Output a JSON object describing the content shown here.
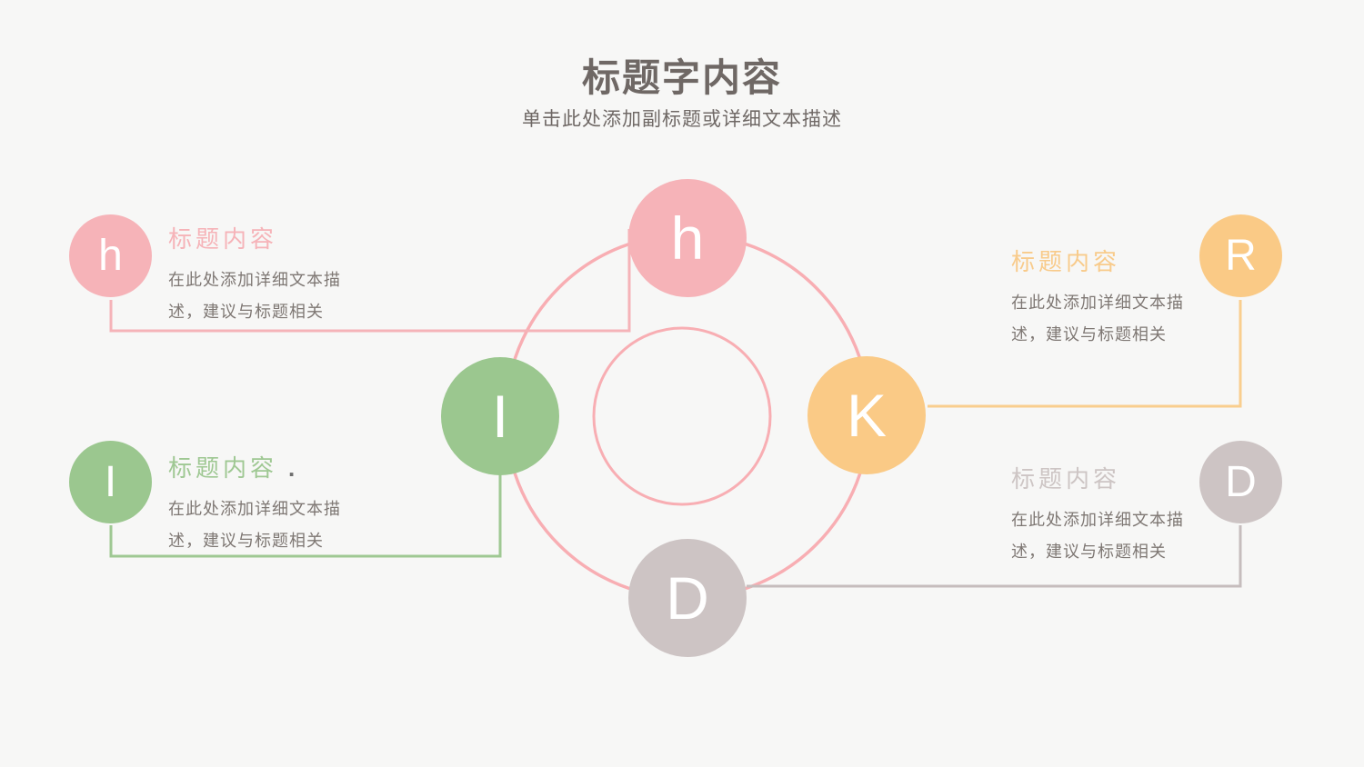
{
  "slide": {
    "title": "标题字内容",
    "subtitle": "单击此处添加副标题或详细文本描述"
  },
  "diagram": {
    "ring_color": "#F8AEB3",
    "nodes": {
      "top": {
        "letter": "h",
        "color": "#F6B3B8"
      },
      "left": {
        "letter": "I",
        "color": "#9BC78F"
      },
      "right": {
        "letter": "K",
        "color": "#FACA86"
      },
      "bottom": {
        "letter": "D",
        "color": "#CDC4C4"
      }
    }
  },
  "blocks": {
    "top_left": {
      "letter": "h",
      "accent": "#F6B3B8",
      "heading": "标题内容",
      "body_line1": "在此处添加详细文本描",
      "body_line2": "述，建议与标题相关"
    },
    "bottom_left": {
      "letter": "I",
      "accent": "#9FC893",
      "heading": "标题内容",
      "heading_suffix": ".",
      "body_line1": "在此处添加详细文本描",
      "body_line2": "述，建议与标题相关"
    },
    "top_right": {
      "letter": "R",
      "accent": "#F8CB8B",
      "heading": "标题内容",
      "body_line1": "在此处添加详细文本描",
      "body_line2": "述，建议与标题相关"
    },
    "bottom_right": {
      "letter": "D",
      "accent": "#CDC5C4",
      "heading": "标题内容",
      "body_line1": "在此处添加详细文本描",
      "body_line2": "述，建议与标题相关"
    }
  },
  "colors": {
    "background": "#F7F7F6",
    "title_text": "#6F6865",
    "body_text": "#7E7773"
  }
}
